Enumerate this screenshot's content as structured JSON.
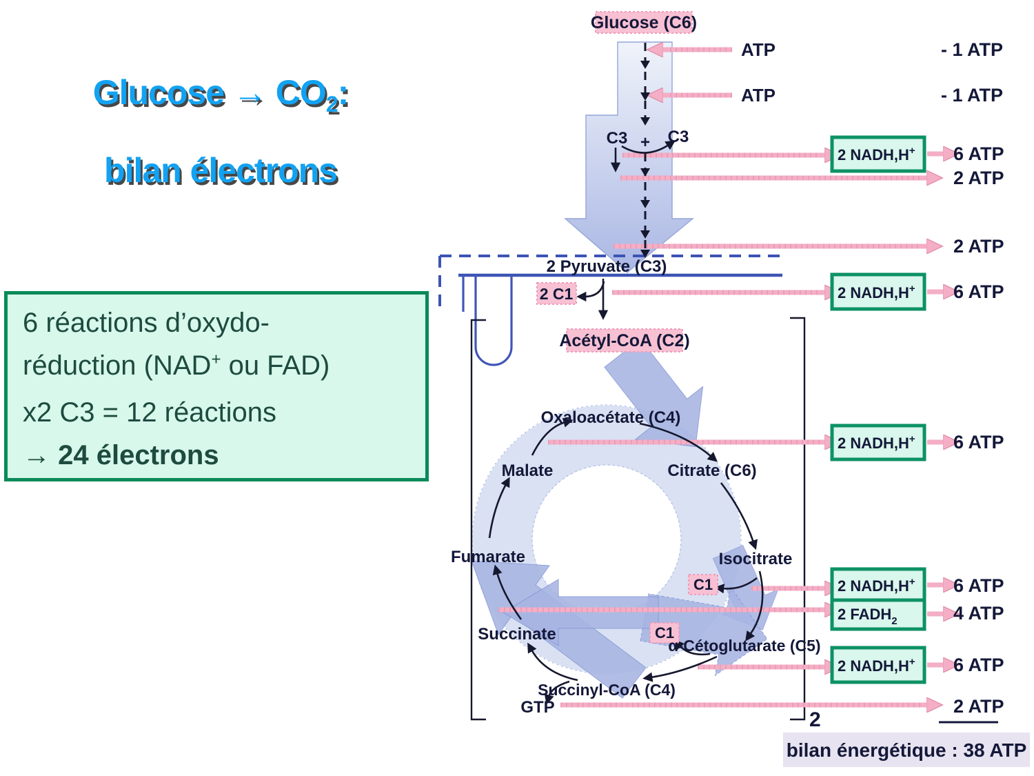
{
  "palette": {
    "title_blue": "#12a2f2",
    "note_green_border": "#0b8a58",
    "note_mint": "#d8f8ec",
    "pink_arrow": "#f4aec5",
    "pink_label_bg": "#f8c0d3",
    "periwinkle": "#a8b5e3",
    "carrier_box_border": "#0d9165",
    "carrier_box_fill": "#d9f7ec",
    "navy_text": "#141839",
    "total_bg": "#e7e3f0"
  },
  "title": {
    "line1_pre": "Glucose → CO",
    "line1_sub": "2",
    "line1_post": ":",
    "line2": "bilan électrons"
  },
  "note": {
    "line1": "6 réactions d’oxydo-",
    "line2_pre": "réduction (NAD",
    "line2_sup": "+",
    "line2_post": " ou FAD)",
    "line3": "x2 C3 = 12 réactions",
    "line4": "→ 24 électrons"
  },
  "glycolysis": {
    "glucose": "Glucose (C6)",
    "atp_label": "ATP",
    "c3_left": "C3",
    "plus": "+",
    "c3_right": "C3",
    "pyruvate": "2 Pyruvate (C3)",
    "co2": "2 C1",
    "acetyl": "Acétyl-CoA (C2)"
  },
  "cycle": {
    "oxaloacetate": "Oxaloacétate (C4)",
    "citrate": "Citrate (C6)",
    "isocitrate": "Isocitrate",
    "alpha_ketoglutarate": "α-Cétoglutarate (C5)",
    "succinyl_coa": "Succinyl-CoA (C4)",
    "succinate": "Succinate",
    "fumarate": "Fumarate",
    "malate": "Malate",
    "gtp": "GTP",
    "c1_upper": "C1",
    "c1_lower": "C1",
    "multiplier": "2"
  },
  "carriers": {
    "nadh": "2 NADH,H",
    "nadh_sup": "+",
    "fadh": "2 FADH",
    "fadh_sub": "2"
  },
  "yields": [
    "- 1 ATP",
    "- 1 ATP",
    "6 ATP",
    "2 ATP",
    "2 ATP",
    "6 ATP",
    "6 ATP",
    "6 ATP",
    "4 ATP",
    "6 ATP",
    "2 ATP"
  ],
  "total": "bilan énergétique : 38 ATP"
}
